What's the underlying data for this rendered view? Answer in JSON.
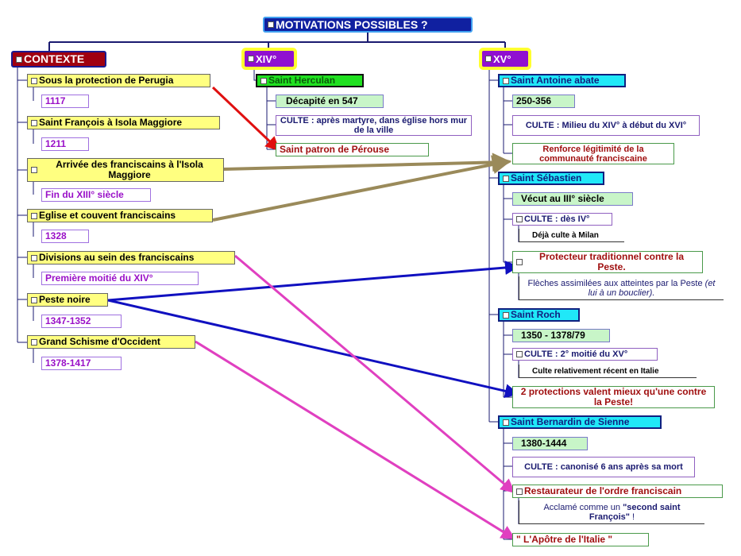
{
  "root": "MOTIVATIONS POSSIBLES ?",
  "contexte": {
    "title": "CONTEXTE",
    "items": [
      {
        "label": "Sous la protection de Perugia",
        "date": "1117"
      },
      {
        "label": "Saint François à Isola Maggiore",
        "date": "1211"
      },
      {
        "label": "Arrivée des franciscains à l'Isola Maggiore",
        "date": "Fin du XIII° siècle"
      },
      {
        "label": "Eglise et couvent franciscains",
        "date": "1328"
      },
      {
        "label": "Divisions au sein des franciscains",
        "date": "Première moitié du XIV°"
      },
      {
        "label": "Peste noire",
        "date": "1347-1352"
      },
      {
        "label": "Grand Schisme d'Occident",
        "date": "1378-1417"
      }
    ]
  },
  "xiv": {
    "title": "XIV°",
    "saint": "Saint Herculan",
    "items": [
      "Décapité en 547",
      "CULTE : après martyre, dans église hors mur de la ville",
      "Saint patron de Pérouse"
    ]
  },
  "xv": {
    "title": "XV°",
    "antoine": {
      "name": "Saint Antoine abate",
      "dates": "250-356",
      "culte": "CULTE : Milieu du XIV° à début du XVI°",
      "note": "Renforce légitimité de la communauté franciscaine"
    },
    "sebastien": {
      "name": "Saint Sébastien",
      "dates": "Vécut au III° siècle",
      "culte": "CULTE : dès IV°",
      "culte_note": "Déjà culte à Milan",
      "note": "Protecteur traditionnel contre la Peste.",
      "sub_a": "Flèches assimilées aux atteintes par la Peste ",
      "sub_b": "(et lui à un bouclier)."
    },
    "roch": {
      "name": "Saint Roch",
      "dates": "1350 - 1378/79",
      "culte": "CULTE : 2° moitié du XV°",
      "culte_note": "Culte relativement récent en Italie",
      "note": "2 protections valent mieux qu'une contre la Peste!"
    },
    "bernardin": {
      "name": "Saint Bernardin de Sienne",
      "dates": "1380-1444",
      "culte": "CULTE : canonisé 6 ans après sa mort",
      "note": "Restaurateur de l'ordre franciscain",
      "sub_a": "Acclamé comme un ",
      "sub_b": "\"second saint François\"",
      "sub_c": " !",
      "note2": "\" L'Apôtre de l'Italie \""
    }
  },
  "colors": {
    "root": "#1020a0",
    "contexte": "#a00010",
    "century": "#9010d0",
    "arrow_red": "#e01010",
    "arrow_olive": "#9a8a5a",
    "arrow_blue": "#1010c0",
    "arrow_pink": "#e040c0"
  }
}
